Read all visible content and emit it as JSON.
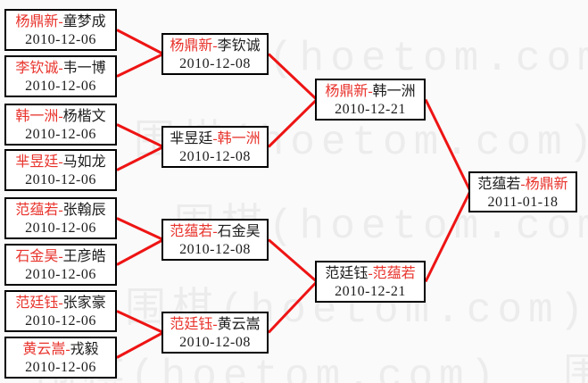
{
  "separator": "-",
  "watermark": {
    "text": "围棋(hoetom.com)"
  },
  "colors": {
    "background": "#fafafa",
    "box_background": "#ffffff",
    "box_border": "#000000",
    "connector_red": "#ee1414",
    "winner_name_red": "#e8332c",
    "text_black": "#1c1c1c",
    "watermark_gray": "#ececec"
  },
  "bracket": {
    "round1": [
      {
        "p1": "杨鼎新",
        "p2": "童梦成",
        "winner": "1",
        "date": "2010-12-06"
      },
      {
        "p1": "李钦诚",
        "p2": "韦一博",
        "winner": "1",
        "date": "2010-12-06"
      },
      {
        "p1": "韩一洲",
        "p2": "杨楷文",
        "winner": "1",
        "date": "2010-12-06"
      },
      {
        "p1": "芈昱廷",
        "p2": "马如龙",
        "winner": "1",
        "date": "2010-12-06"
      },
      {
        "p1": "范蕴若",
        "p2": "张翰辰",
        "winner": "1",
        "date": "2010-12-06"
      },
      {
        "p1": "石金昊",
        "p2": "王彦皓",
        "winner": "1",
        "date": "2010-12-06"
      },
      {
        "p1": "范廷钰",
        "p2": "张家豪",
        "winner": "1",
        "date": "2010-12-06"
      },
      {
        "p1": "黄云嵩",
        "p2": "戎毅",
        "winner": "1",
        "date": "2010-12-06"
      }
    ],
    "round2": [
      {
        "p1": "杨鼎新",
        "p2": "李钦诚",
        "winner": "1",
        "date": "2010-12-08"
      },
      {
        "p1": "芈昱廷",
        "p2": "韩一洲",
        "winner": "2",
        "date": "2010-12-08"
      },
      {
        "p1": "范蕴若",
        "p2": "石金昊",
        "winner": "1",
        "date": "2010-12-08"
      },
      {
        "p1": "范廷钰",
        "p2": "黄云嵩",
        "winner": "1",
        "date": "2010-12-08"
      }
    ],
    "semifinals": [
      {
        "p1": "杨鼎新",
        "p2": "韩一洲",
        "winner": "1",
        "date": "2010-12-21"
      },
      {
        "p1": "范廷钰",
        "p2": "范蕴若",
        "winner": "2",
        "date": "2010-12-21"
      }
    ],
    "final": {
      "p1": "范蕴若",
      "p2": "杨鼎新",
      "winner": "2",
      "date": "2011-01-18"
    }
  }
}
